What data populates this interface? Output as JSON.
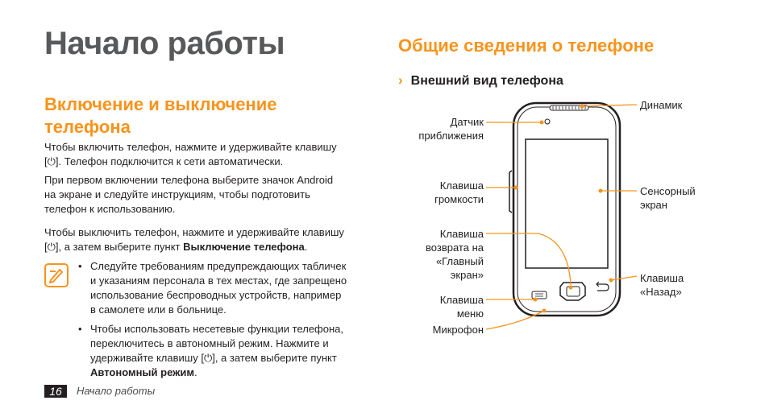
{
  "page": {
    "chapter_title": "Начало работы",
    "page_number": "16",
    "footer_title": "Начало работы"
  },
  "left": {
    "section_title": "Включение и выключение телефона",
    "p1_line1": "Чтобы включить телефон, нажмите и удерживайте клавишу",
    "p1_line2": "[⏻]. Телефон подключится к сети автоматически.",
    "p2_line1": "При первом включении телефона выберите значок Android",
    "p2_line2": "на экране и следуйте инструкциям, чтобы подготовить",
    "p2_line3": "телефон к использованию.",
    "p3_line1": "Чтобы выключить телефон, нажмите и удерживайте клавишу",
    "p3_line2_pre": "[⏻], а затем выберите пункт ",
    "p3_line2_bold": "Выключение телефона",
    "p3_line2_post": ".",
    "bullet_char": "•",
    "b1_line1": "Следуйте требованиям предупреждающих табличек",
    "b1_line2": "и указаниям персонала в тех местах, где запрещено",
    "b1_line3": "использование беспроводных устройств, например",
    "b1_line4": "в самолете или в больнице.",
    "b2_line1": "Чтобы использовать несетевые функции телефона,",
    "b2_line2": "переключитесь в автономный режим. Нажмите и",
    "b2_line3": "удерживайте клавишу [⏻], а затем выберите пункт",
    "b2_line4_bold": "Автономный режим",
    "b2_line4_post": ".",
    "note_icon": "note-pencil-icon"
  },
  "right": {
    "section_title": "Общие сведения о телефоне",
    "sub_heading": "Внешний вид телефона",
    "chevron": "›",
    "labels": {
      "proximity_1": "Датчик",
      "proximity_2": "приближения",
      "volume_1": "Клавиша",
      "volume_2": "громкости",
      "home_1": "Клавиша",
      "home_2": "возврата на",
      "home_3": "«Главный",
      "home_4": "экран»",
      "menu_1": "Клавиша",
      "menu_2": "меню",
      "mic": "Микрофон",
      "speaker": "Динамик",
      "touch_1": "Сенсорный",
      "touch_2": "экран",
      "back_1": "Клавиша",
      "back_2": "«Назад»"
    }
  },
  "colors": {
    "accent": "#f7941d",
    "text": "#231f20",
    "chapter": "#58595b"
  }
}
